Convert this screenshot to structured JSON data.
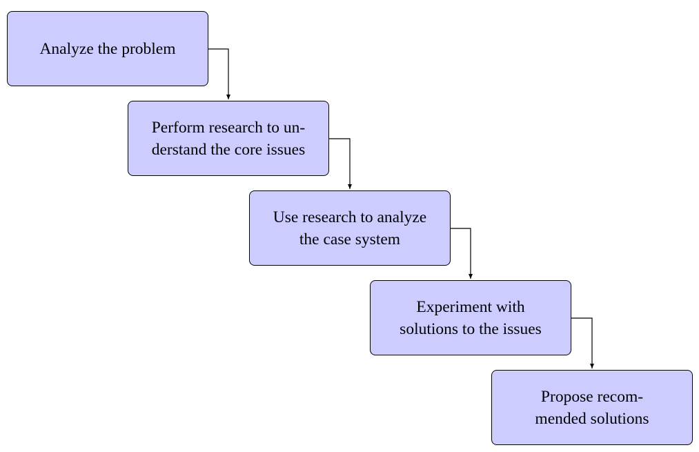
{
  "diagram": {
    "box_fill": "#ccccff",
    "border_color": "#000000",
    "steps": [
      {
        "label": "Analyze the problem"
      },
      {
        "label": "Perform research to un-\nderstand the core issues"
      },
      {
        "label": "Use research to analyze\nthe case system"
      },
      {
        "label": "Experiment with\nsolutions to the issues"
      },
      {
        "label": "Propose recom-\nmended solutions"
      }
    ]
  }
}
